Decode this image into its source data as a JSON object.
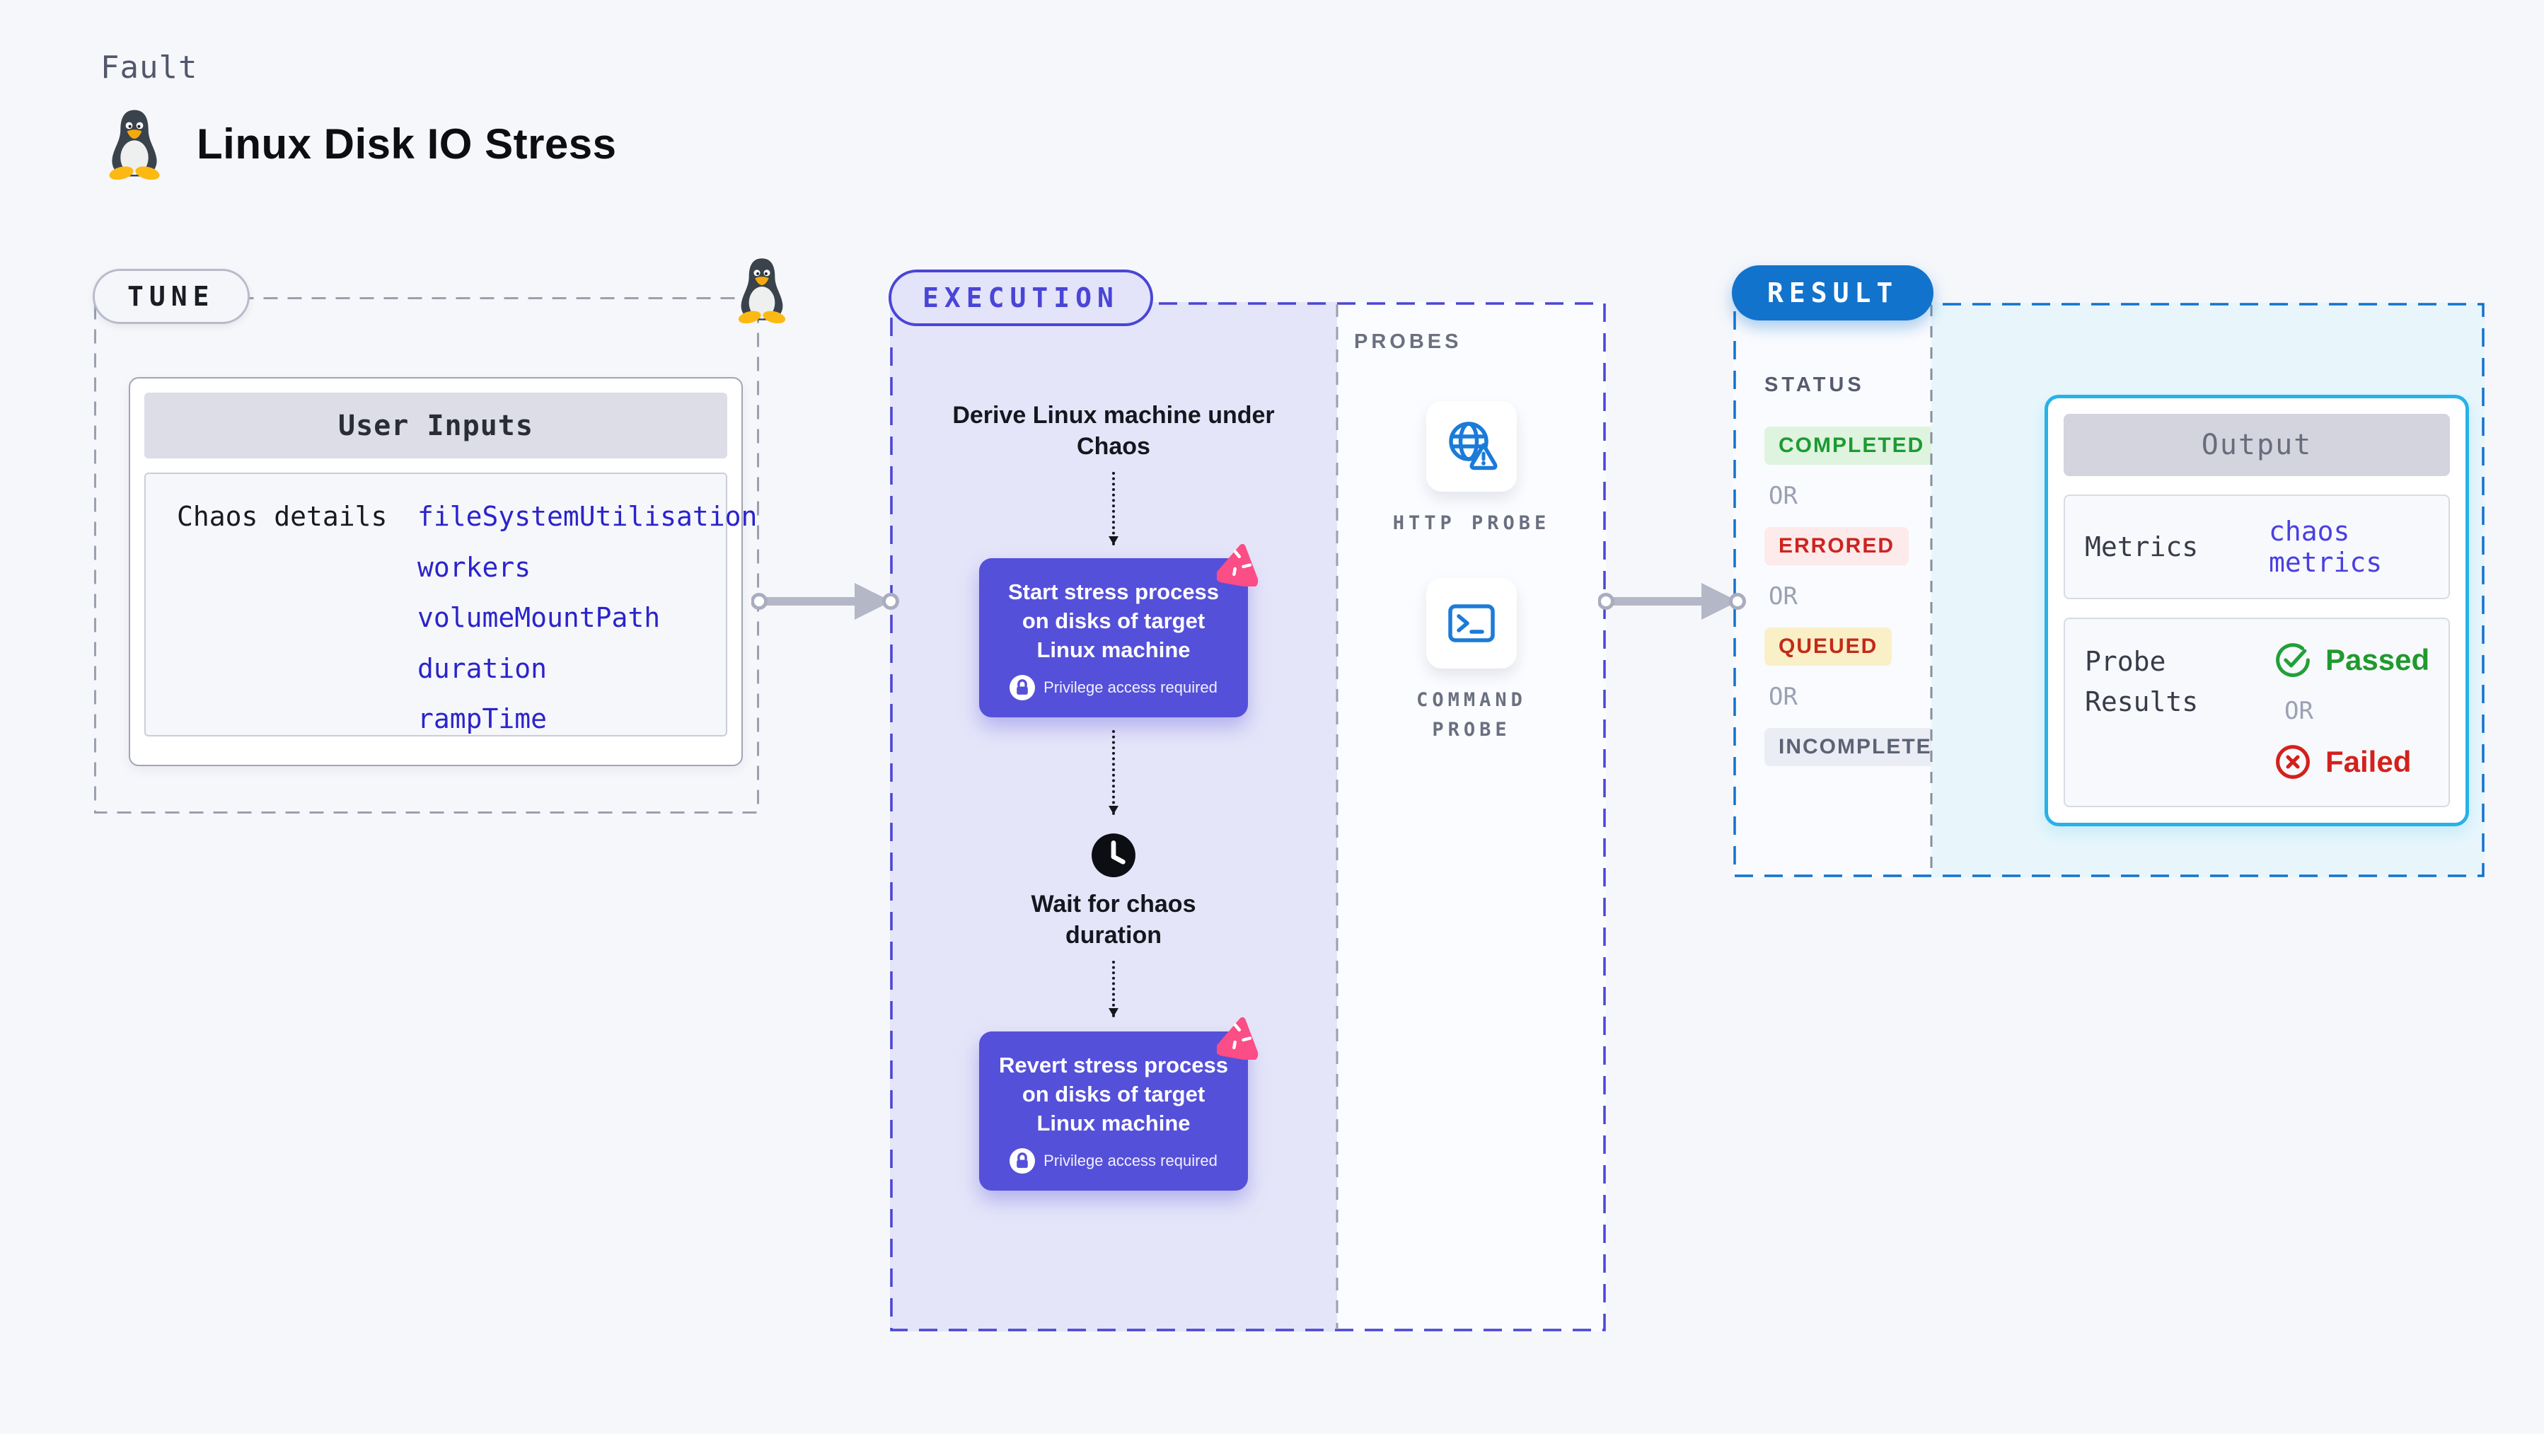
{
  "page": {
    "kicker": "Fault",
    "title": "Linux Disk IO Stress"
  },
  "common": {
    "or": "OR"
  },
  "colors": {
    "accent_indigo": "#4a45d6",
    "action_box_indigo": "#5550d9",
    "result_blue": "#1273cd",
    "output_border_cyan": "#27b2e8",
    "probe_icon_blue": "#1b7bd8",
    "chaos_pink": "#fb4d86",
    "input_value_blue": "#2b24cb",
    "passed_green": "#1f9a2e",
    "failed_red": "#d3211c"
  },
  "tune": {
    "label": "TUNE",
    "card_header": "User Inputs",
    "row_label": "Chaos details",
    "inputs": [
      "fileSystemUtilisation",
      "workers",
      "volumeMountPath",
      "duration",
      "rampTime"
    ]
  },
  "execution": {
    "label": "EXECUTION",
    "derive_step": "Derive Linux machine under Chaos",
    "start_step": "Start stress process on disks of target Linux machine",
    "wait_step": "Wait for chaos duration",
    "revert_step": "Revert stress process on disks of target Linux machine",
    "privilege_badge": "Privilege access required"
  },
  "probes": {
    "label": "PROBES",
    "items": [
      {
        "name": "HTTP PROBE"
      },
      {
        "name": "COMMAND PROBE"
      }
    ]
  },
  "result": {
    "label": "RESULT",
    "status_label": "STATUS",
    "statuses": [
      {
        "text": "COMPLETED",
        "bg": "#def4df",
        "color": "#1d9a33"
      },
      {
        "text": "ERRORED",
        "bg": "#fdeaea",
        "color": "#cc2420"
      },
      {
        "text": "QUEUED",
        "bg": "#faf0c8",
        "color": "#c42a18"
      },
      {
        "text": "INCOMPLETED",
        "bg": "#ebedf5",
        "color": "#5d6375"
      }
    ],
    "output": {
      "header": "Output",
      "metrics_label": "Metrics",
      "metrics_value": "chaos metrics",
      "probe_results_label": "Probe Results",
      "passed": "Passed",
      "failed": "Failed"
    }
  }
}
